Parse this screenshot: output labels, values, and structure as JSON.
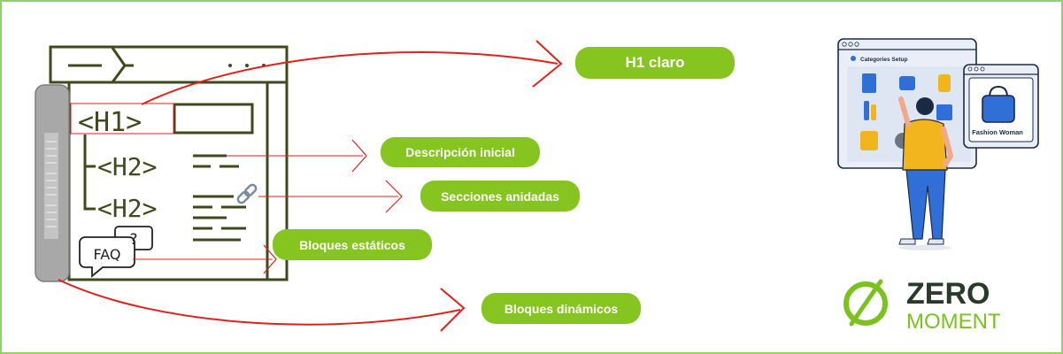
{
  "labels": {
    "h1_claro": "H1 claro",
    "descripcion_inicial": "Descripción inicial",
    "secciones_anidadas": "Secciones anidadas",
    "bloques_estaticos": "Bloques estáticos",
    "bloques_dinamicos": "Bloques dinámicos"
  },
  "wireframe": {
    "h1_tag": "<H1>",
    "h2_tag_1": "<H2>",
    "h2_tag_2": "<H2>",
    "faq": "FAQ",
    "question_mark": "?"
  },
  "illustration": {
    "window_title": "Categories Setup",
    "card_label": "Fashion Woman"
  },
  "logo": {
    "line1": "ZERO",
    "line2": "MOMENT"
  },
  "colors": {
    "accent_green": "#86c41f",
    "arrow_red": "#e0201b",
    "wire_olive": "#3f4a1c",
    "border_green": "#8fd16a",
    "logo_green": "#7cc21e"
  }
}
